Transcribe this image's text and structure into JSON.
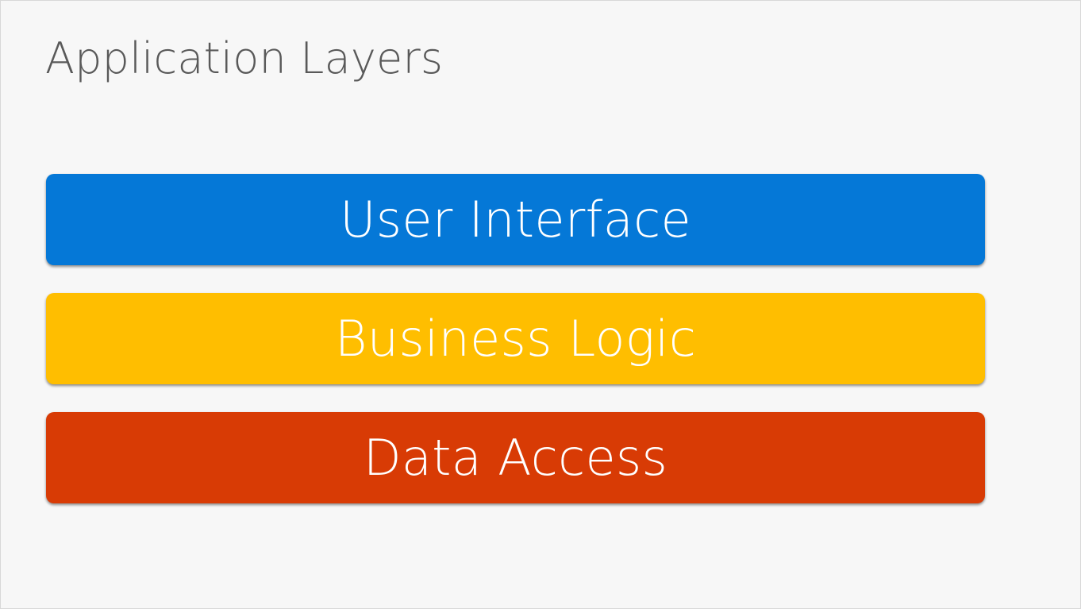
{
  "slide": {
    "title": "Application Layers",
    "background_color": "#f7f7f7",
    "border_color": "#d8d8d8",
    "title_color": "#595959"
  },
  "chart_data": {
    "type": "bar",
    "title": "Application Layers",
    "xlabel": "",
    "ylabel": "",
    "orientation": "horizontal-stack",
    "categories": [
      "User Interface",
      "Business Logic",
      "Data Access"
    ],
    "values": [
      1,
      1,
      1
    ],
    "colors": [
      "#0578d7",
      "#ffbe00",
      "#d83b05"
    ],
    "legend": false,
    "grid": false
  },
  "layers": [
    {
      "id": "user-interface",
      "label": "User Interface",
      "color": "#0578d7",
      "text_color": "#ffffff",
      "order": 1
    },
    {
      "id": "business-logic",
      "label": "Business Logic",
      "color": "#ffbe00",
      "text_color": "#ffffff",
      "order": 2
    },
    {
      "id": "data-access",
      "label": "Data Access",
      "color": "#d83b05",
      "text_color": "#ffffff",
      "order": 3
    }
  ]
}
